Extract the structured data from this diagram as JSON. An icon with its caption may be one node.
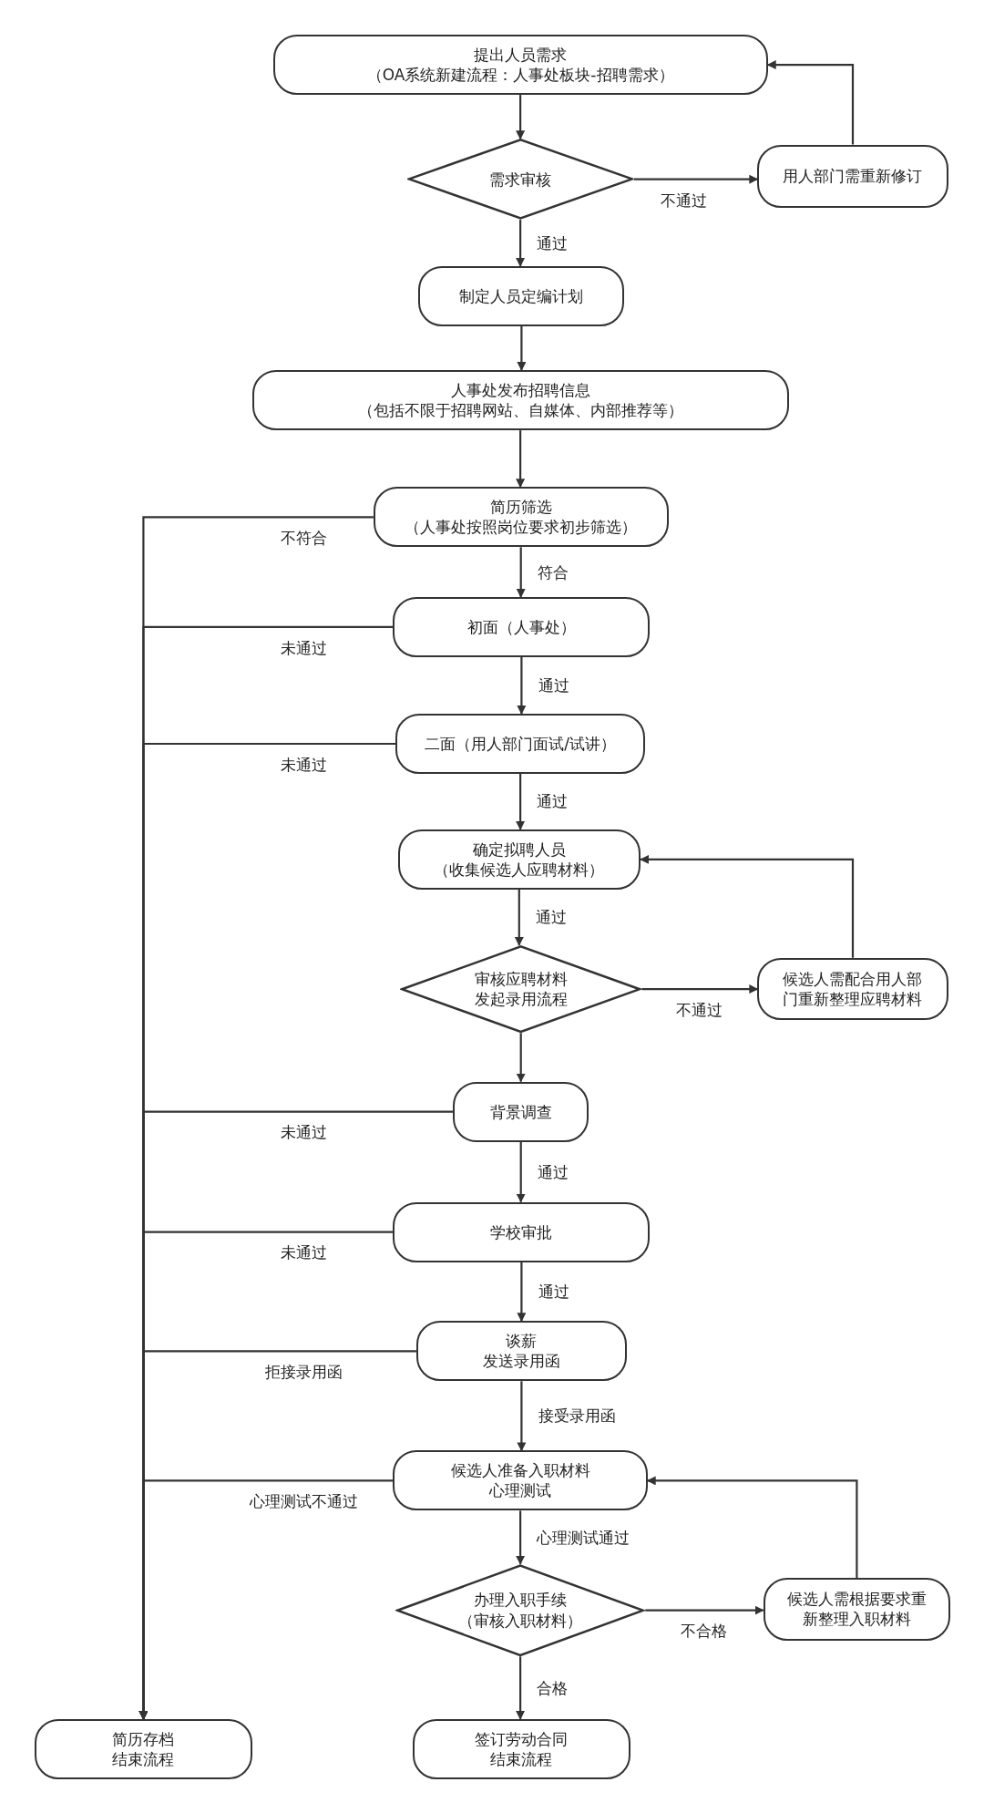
{
  "diagram": {
    "nodes": [
      {
        "text": [
          "提出人员需求",
          "（OA系统新建流程：人事处板块-招聘需求）"
        ]
      },
      {
        "text": [
          "需求审核"
        ]
      },
      {
        "text": [
          "用人部门需重新修订"
        ]
      },
      {
        "text": [
          "制定人员定编计划"
        ]
      },
      {
        "text": [
          "人事处发布招聘信息",
          "（包括不限于招聘网站、自媒体、内部推荐等）"
        ]
      },
      {
        "text": [
          "简历筛选",
          "（人事处按照岗位要求初步筛选）"
        ]
      },
      {
        "text": [
          "初面（人事处）"
        ]
      },
      {
        "text": [
          "二面（用人部门面试/试讲）"
        ]
      },
      {
        "text": [
          "确定拟聘人员",
          "（收集候选人应聘材料）"
        ]
      },
      {
        "text": [
          "审核应聘材料",
          "发起录用流程"
        ]
      },
      {
        "text": [
          "候选人需配合用人部门重新整理应聘材料"
        ]
      },
      {
        "text": [
          "背景调查"
        ]
      },
      {
        "text": [
          "学校审批"
        ]
      },
      {
        "text": [
          "谈薪",
          "发送录用函"
        ]
      },
      {
        "text": [
          "候选人准备入职材料",
          "心理测试"
        ]
      },
      {
        "text": [
          "办理入职手续",
          "（审核入职材料）"
        ]
      },
      {
        "text": [
          "候选人需根据要求重新整理入职材料"
        ]
      },
      {
        "text": [
          "简历存档",
          "结束流程"
        ]
      },
      {
        "text": [
          "签订劳动合同",
          "结束流程"
        ]
      }
    ],
    "edges": [
      {
        "from": 0,
        "to": 1,
        "arrow": "to"
      },
      {
        "from": 1,
        "to": 2,
        "arrow": "to",
        "label": "不通过"
      },
      {
        "from": 2,
        "to": 0,
        "arrow": "to"
      },
      {
        "from": 1,
        "to": 3,
        "arrow": "to",
        "label": "通过"
      },
      {
        "from": 3,
        "to": 4,
        "arrow": "to"
      },
      {
        "from": 4,
        "to": 5,
        "arrow": "to"
      },
      {
        "from": 5,
        "to": 6,
        "arrow": "to",
        "label": "符合"
      },
      {
        "from": 6,
        "to": 7,
        "arrow": "to",
        "label": "通过"
      },
      {
        "from": 7,
        "to": 8,
        "arrow": "to",
        "label": "通过"
      },
      {
        "from": 8,
        "to": 9,
        "arrow": "to",
        "label": "通过"
      },
      {
        "from": 9,
        "to": 10,
        "arrow": "to",
        "label": "不通过"
      },
      {
        "from": 10,
        "to": 8,
        "arrow": "to"
      },
      {
        "from": 9,
        "to": 11,
        "arrow": "to"
      },
      {
        "from": 11,
        "to": 12,
        "arrow": "to",
        "label": "通过"
      },
      {
        "from": 12,
        "to": 13,
        "arrow": "to",
        "label": "通过"
      },
      {
        "from": 13,
        "to": 14,
        "arrow": "to",
        "label": "接受录用函"
      },
      {
        "from": 14,
        "to": 15,
        "arrow": "to",
        "label": "心理测试通过"
      },
      {
        "from": 15,
        "to": 16,
        "arrow": "to",
        "label": "不合格"
      },
      {
        "from": 16,
        "to": 14,
        "arrow": "to"
      },
      {
        "from": 15,
        "to": 18,
        "arrow": "to",
        "label": "合格"
      },
      {
        "from": 5,
        "to": 17,
        "arrow": "to",
        "label": "不符合"
      },
      {
        "from": 6,
        "to": 17,
        "arrow": "to",
        "label": "未通过"
      },
      {
        "from": 7,
        "to": 17,
        "arrow": "to",
        "label": "未通过"
      },
      {
        "from": 11,
        "to": 17,
        "arrow": "to",
        "label": "未通过"
      },
      {
        "from": 12,
        "to": 17,
        "arrow": "to",
        "label": "未通过"
      },
      {
        "from": 13,
        "to": 17,
        "arrow": "to",
        "label": "拒接录用函"
      },
      {
        "from": 14,
        "to": 17,
        "arrow": "to",
        "label": "心理测试不通过"
      }
    ]
  }
}
